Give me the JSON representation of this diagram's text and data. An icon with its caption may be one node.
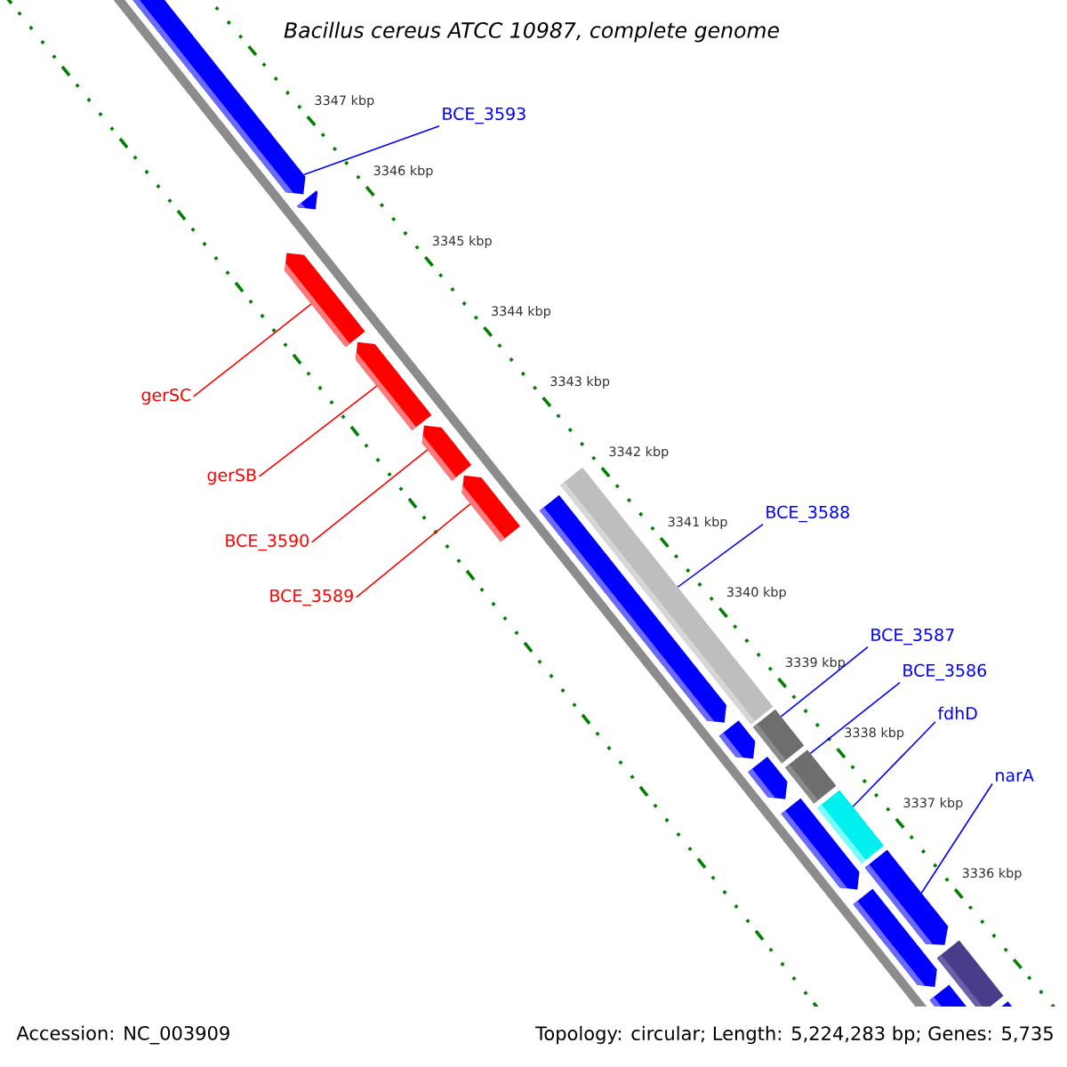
{
  "diagram": {
    "title": "Bacillus cereus ATCC 10987, complete genome",
    "nodes": [
      {
        "text": [
          "BCE_3593"
        ]
      },
      {
        "text": [],
        "shape": "arrow"
      },
      {
        "text": [
          "gerSC"
        ]
      },
      {
        "text": [],
        "shape": "arrow"
      },
      {
        "text": [
          "gerSB"
        ]
      },
      {
        "text": [],
        "shape": "arrow"
      },
      {
        "text": [
          "BCE_3590"
        ]
      },
      {
        "text": [],
        "shape": "arrow"
      },
      {
        "text": [
          "BCE_3589"
        ]
      },
      {
        "text": [],
        "shape": "arrow"
      },
      {
        "text": [
          "BCE_3588"
        ]
      },
      {
        "text": [],
        "shape": "bar"
      },
      {
        "text": [
          "BCE_3587"
        ]
      },
      {
        "text": [],
        "shape": "bar"
      },
      {
        "text": [
          "BCE_3586"
        ]
      },
      {
        "text": [],
        "shape": "bar"
      },
      {
        "text": [
          "fdhD"
        ]
      },
      {
        "text": [],
        "shape": "bar"
      },
      {
        "text": [
          "narA"
        ]
      },
      {
        "text": [],
        "shape": "arrow"
      },
      {
        "text": [],
        "shape": "arrow"
      },
      {
        "text": [],
        "shape": "arrow"
      },
      {
        "text": [],
        "shape": "arrow"
      },
      {
        "text": [],
        "shape": "arrow"
      },
      {
        "text": [],
        "shape": "arrow"
      },
      {
        "text": [],
        "shape": "arrow"
      },
      {
        "text": [],
        "shape": "arrow"
      },
      {
        "text": [],
        "shape": "bar"
      },
      {
        "text": [],
        "shape": "arrow"
      }
    ],
    "edges": [
      {
        "from": 0,
        "to": 1,
        "arrow": "none"
      },
      {
        "from": 2,
        "to": 3,
        "arrow": "none",
        "color": "#ff0000"
      },
      {
        "from": 4,
        "to": 5,
        "arrow": "none",
        "color": "#ff0000"
      },
      {
        "from": 6,
        "to": 7,
        "arrow": "none",
        "color": "#ff0000"
      },
      {
        "from": 8,
        "to": 9,
        "arrow": "none",
        "color": "#ff0000"
      },
      {
        "from": 10,
        "to": 11,
        "arrow": "none"
      },
      {
        "from": 12,
        "to": 13,
        "arrow": "none"
      },
      {
        "from": 14,
        "to": 15,
        "arrow": "none"
      },
      {
        "from": 16,
        "to": 17,
        "arrow": "none"
      },
      {
        "from": 18,
        "to": 19,
        "arrow": "none"
      }
    ],
    "labels": [
      "3347 kbp",
      "3346 kbp",
      "3345 kbp",
      "3344 kbp",
      "3343 kbp",
      "3342 kbp",
      "3341 kbp",
      "3340 kbp",
      "3339 kbp",
      "3338 kbp",
      "3337 kbp",
      "3336 kbp",
      "Accession: NC_003909",
      "Topology: circular; Length: 5,224,283 bp; Genes: 5,735"
    ]
  }
}
